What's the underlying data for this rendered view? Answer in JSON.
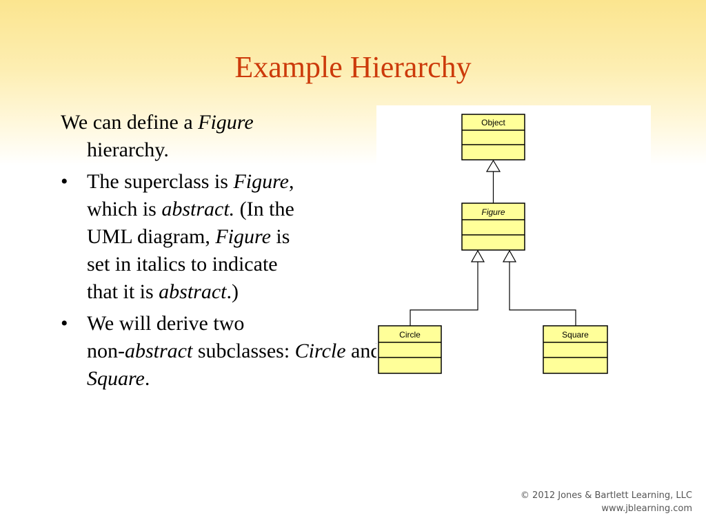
{
  "slide": {
    "title": "Example Hierarchy",
    "intro": {
      "part1": "We can define a ",
      "italic": "Figure",
      "part2": "hierarchy."
    },
    "bullet1": {
      "glyph": "•",
      "l1_a": "The superclass is ",
      "l1_italic": "Figure",
      "l1_b": ",",
      "l2_a": "which is ",
      "l2_italic": "abstract.",
      "l2_b": " (In the",
      "l3_a": "UML diagram, ",
      "l3_italic": "Figure",
      "l3_b": " is",
      "l4": "set in italics to indicate",
      "l5_a": "that it is ",
      "l5_italic": "abstract",
      "l5_b": ".)"
    },
    "bullet2": {
      "glyph": "•",
      "l1": "We will derive two",
      "l2_a": "non-",
      "l2_italic": "abstract",
      "l2_b": " subclasses: ",
      "l2_italic2": "Circle",
      "l2_c": " and",
      "l3_italic": "Square",
      "l3_b": "."
    }
  },
  "uml": {
    "classes": {
      "object": "Object",
      "figure": "Figure",
      "circle": "Circle",
      "square": "Square"
    },
    "box_fill": "#ffff99",
    "box_stroke": "#000000"
  },
  "footer": {
    "copyright": "© 2012 Jones & Bartlett Learning, LLC",
    "website": "www.jblearning.com"
  },
  "colors": {
    "title": "#cc3a0a",
    "header_gradient_top": "#fbe58f"
  }
}
